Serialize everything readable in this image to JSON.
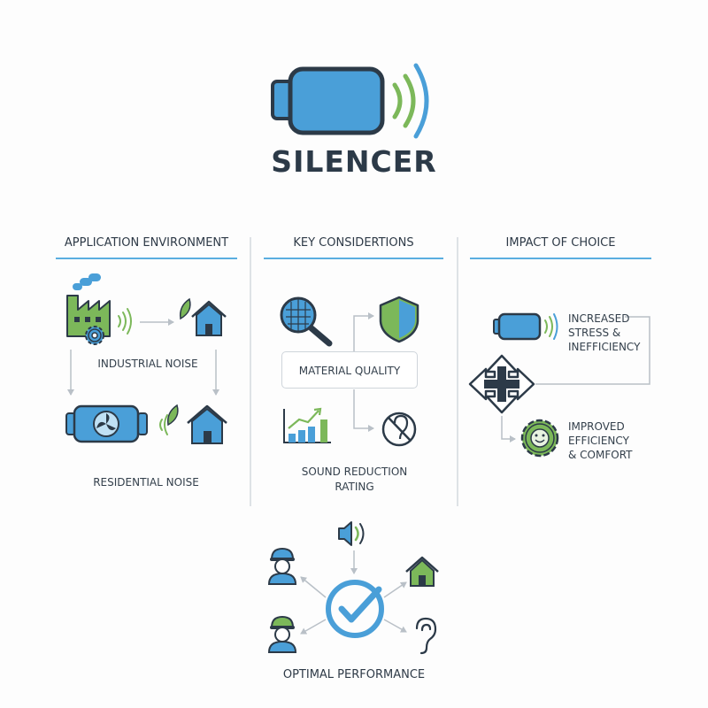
{
  "title": "SILENCER",
  "columns": [
    {
      "heading": "APPLICATION ENVIRONMENT",
      "labels": [
        "INDUSTRIAL NOISE",
        "RESIDENTIAL NOISE"
      ]
    },
    {
      "heading": "KEY CONSIDERTIONS",
      "labels": [
        "MATERIAL QUALITY",
        "SOUND REDUCTION",
        "RATING"
      ]
    },
    {
      "heading": "IMPACT OF CHOICE",
      "outcomes": [
        {
          "lines": [
            "INCREASED",
            "STRESS &",
            "INEFFICIENCY"
          ]
        },
        {
          "lines": [
            "IMPROVED",
            "EFFICIENCY",
            "& COMFORT"
          ]
        }
      ]
    }
  ],
  "footer": {
    "label": "OPTIMAL PERFORMANCE"
  },
  "colors": {
    "blue": "#4a9fd8",
    "green": "#7cb85a",
    "dark": "#2c3a48",
    "rule": "#5aaee0",
    "arrow": "#b9c0c7"
  },
  "icons": [
    "silencer-icon",
    "sound-waves-icon",
    "factory-icon",
    "gear-icon",
    "house-icon",
    "leaf-icon",
    "fan-silencer-icon",
    "magnifier-icon",
    "shield-icon",
    "bar-chart-icon",
    "no-hearing-icon",
    "move-arrows-icon",
    "smiley-gear-icon",
    "speaker-icon",
    "worker-icon",
    "checkmark-circle-icon",
    "ear-icon"
  ]
}
